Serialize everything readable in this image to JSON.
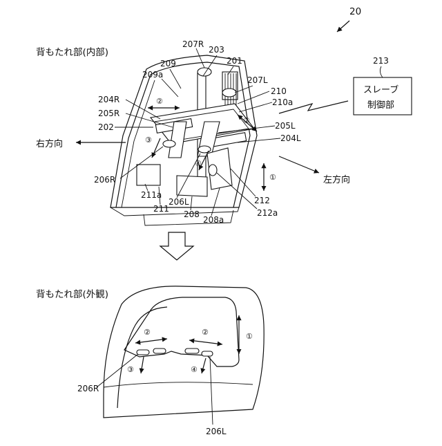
{
  "figure_number": "20",
  "top": {
    "title": "背もたれ部(内部)",
    "slave_box": {
      "number": "213",
      "label_line1": "スレーブ",
      "label_line2": "制御部"
    },
    "direction_right": "右方向",
    "direction_left": "左方向",
    "refs": {
      "r209": "209",
      "r209a": "209a",
      "r207R": "207R",
      "r203": "203",
      "r201": "201",
      "r207L": "207L",
      "r210": "210",
      "r210a": "210a",
      "r204R": "204R",
      "r205R": "205R",
      "r202": "202",
      "r205L": "205L",
      "r204L": "204L",
      "r206R": "206R",
      "r211a": "211a",
      "r211": "211",
      "r206L": "206L",
      "r208": "208",
      "r208a": "208a",
      "r212": "212",
      "r212a": "212a"
    },
    "circled": {
      "c1": "①",
      "c2a": "②",
      "c2b": "②",
      "c3": "③",
      "c4": "④"
    }
  },
  "bottom": {
    "title": "背もたれ部(外観)",
    "refs": {
      "r206R": "206R",
      "r206L": "206L"
    },
    "circled": {
      "c1": "①",
      "c2a": "②",
      "c2b": "②",
      "c3": "③",
      "c4": "④"
    }
  },
  "icons": {
    "transition_arrow": "down-arrow-icon",
    "wireless_link": "lightning-bolt-icon"
  }
}
